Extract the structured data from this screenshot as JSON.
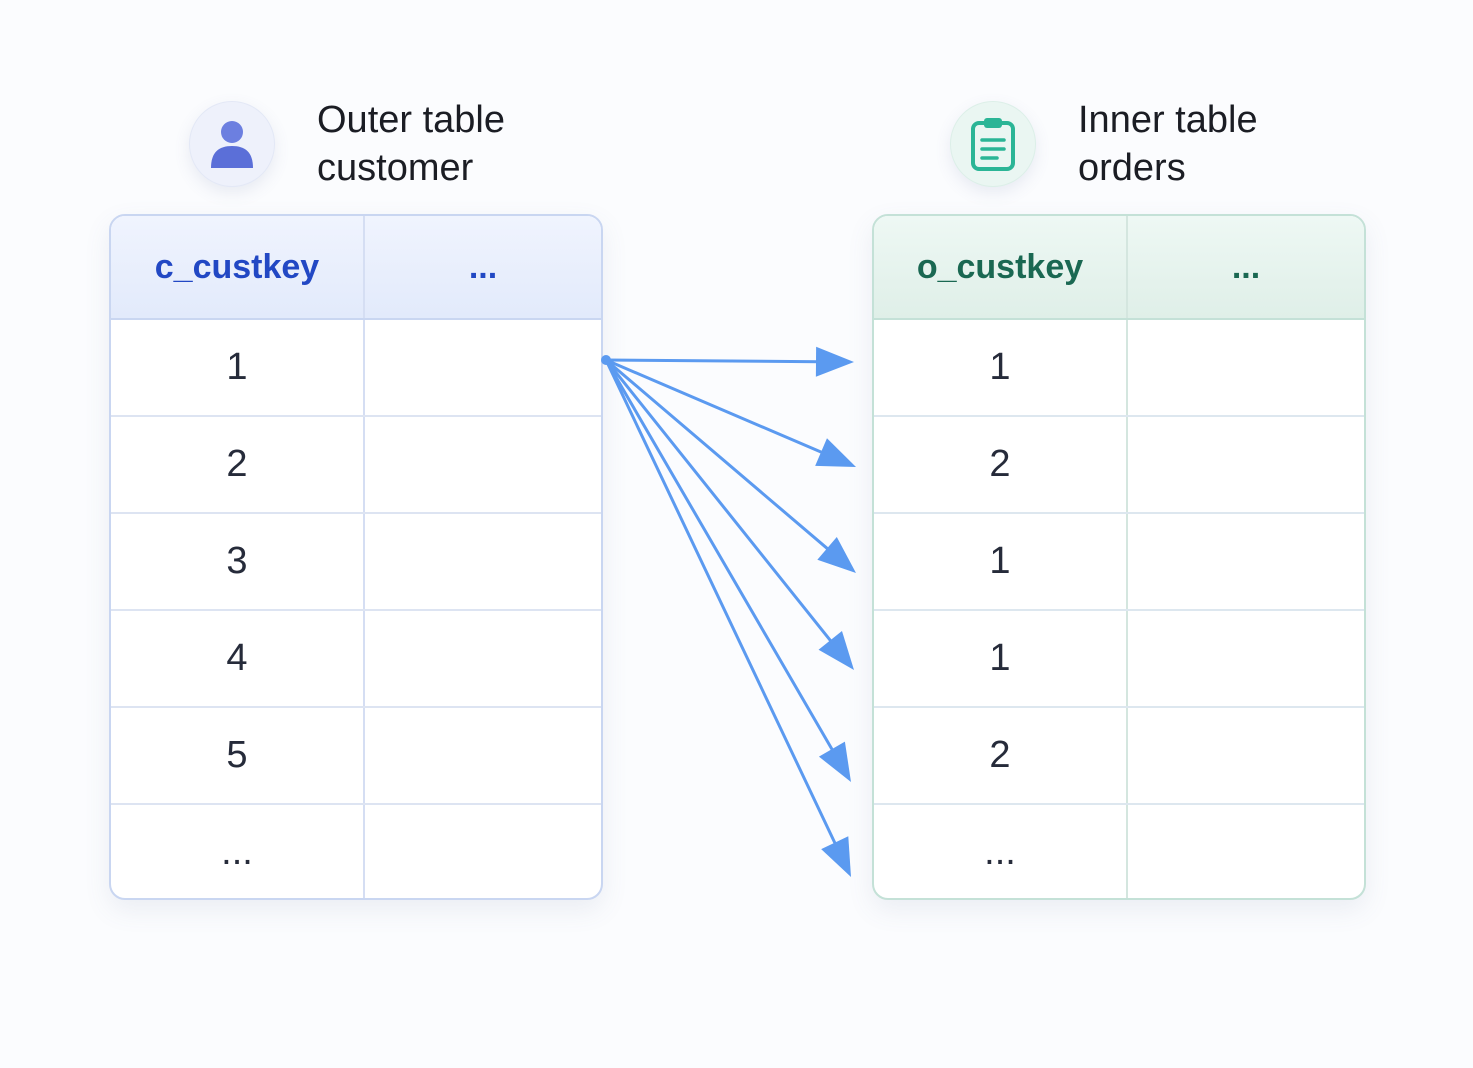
{
  "outer": {
    "title_line1": "Outer table",
    "title_line2": "customer",
    "icon": "user-icon",
    "accent": "#5b6fd8",
    "header": [
      "c_custkey",
      "..."
    ],
    "rows": [
      [
        "1",
        ""
      ],
      [
        "2",
        ""
      ],
      [
        "3",
        ""
      ],
      [
        "4",
        ""
      ],
      [
        "5",
        ""
      ],
      [
        "...",
        ""
      ]
    ]
  },
  "inner": {
    "title_line1": "Inner table",
    "title_line2": "orders",
    "icon": "clipboard-icon",
    "accent": "#2bb596",
    "header": [
      "o_custkey",
      "..."
    ],
    "rows": [
      [
        "1",
        ""
      ],
      [
        "2",
        ""
      ],
      [
        "1",
        ""
      ],
      [
        "1",
        ""
      ],
      [
        "2",
        ""
      ],
      [
        "...",
        ""
      ]
    ]
  },
  "arrows": {
    "color": "#5b9af0",
    "from_outer_row": 0,
    "to_inner_rows": [
      0,
      1,
      2,
      3,
      4,
      5
    ]
  }
}
